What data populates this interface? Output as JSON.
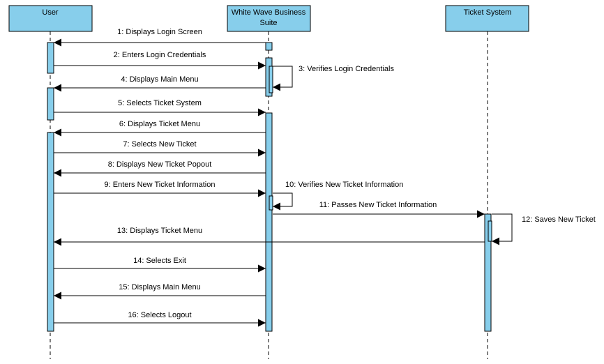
{
  "diagram": {
    "type": "sequence",
    "colors": {
      "header_fill": "#87CEEB",
      "activation_fill": "#87CEEB",
      "stroke": "#000000",
      "background": "#ffffff"
    },
    "lifelines": [
      {
        "id": "user",
        "title_lines": [
          "User"
        ]
      },
      {
        "id": "wwbs",
        "title_lines": [
          "White Wave Business",
          "Suite"
        ]
      },
      {
        "id": "ticket",
        "title_lines": [
          "Ticket System"
        ]
      }
    ],
    "messages": [
      {
        "label": "1: Displays Login Screen",
        "from": "wwbs",
        "to": "user"
      },
      {
        "label": "2: Enters Login Credentials",
        "from": "user",
        "to": "wwbs"
      },
      {
        "label": "3: Verifies Login Credentials",
        "from": "wwbs",
        "to": "wwbs"
      },
      {
        "label": "4: Displays Main Menu",
        "from": "wwbs",
        "to": "user"
      },
      {
        "label": "5: Selects Ticket System",
        "from": "user",
        "to": "wwbs"
      },
      {
        "label": "6: Displays Ticket Menu",
        "from": "wwbs",
        "to": "user"
      },
      {
        "label": "7: Selects New Ticket",
        "from": "user",
        "to": "wwbs"
      },
      {
        "label": "8: Displays New Ticket Popout",
        "from": "wwbs",
        "to": "user"
      },
      {
        "label": "9: Enters New Ticket Information",
        "from": "user",
        "to": "wwbs"
      },
      {
        "label": "10: Verifies New Ticket Information",
        "from": "wwbs",
        "to": "wwbs"
      },
      {
        "label": "11: Passes New Ticket Information",
        "from": "wwbs",
        "to": "ticket"
      },
      {
        "label": "12: Saves New Ticket",
        "from": "ticket",
        "to": "ticket"
      },
      {
        "label": "13: Displays Ticket Menu",
        "from": "ticket",
        "to": "user"
      },
      {
        "label": "14: Selects Exit",
        "from": "user",
        "to": "wwbs"
      },
      {
        "label": "15: Displays Main Menu",
        "from": "wwbs",
        "to": "user"
      },
      {
        "label": "16: Selects Logout",
        "from": "user",
        "to": "wwbs"
      }
    ]
  }
}
